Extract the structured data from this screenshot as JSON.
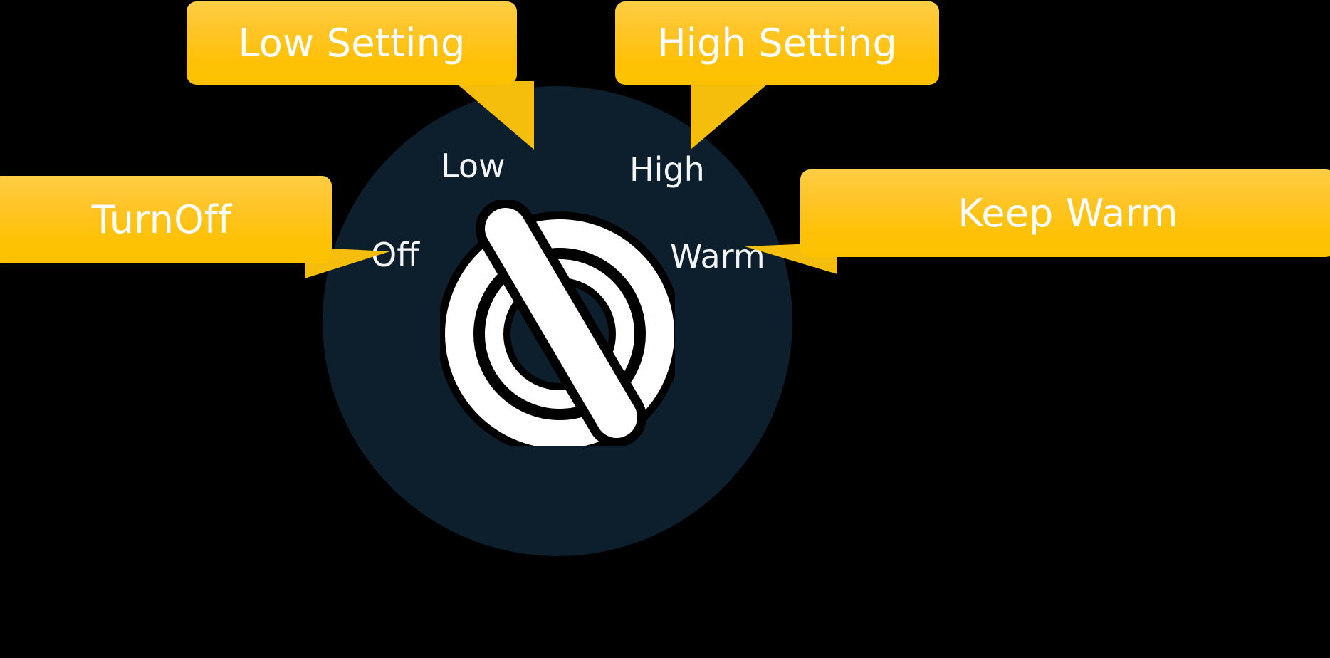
{
  "graphic": {
    "title": "Slow cooker control dial with setting callouts",
    "background_color": "#000000",
    "dial_color": "#0d1f2d",
    "callout_color": "#ffc107",
    "callout_color_light": "#ffce45",
    "label_color": "#f3f5f7",
    "knob_color": "#ffffff",
    "knob_outline_color": "#000000"
  },
  "dial": {
    "name": "control-dial",
    "labels": [
      {
        "id": "low",
        "text": "Low"
      },
      {
        "id": "high",
        "text": "High"
      },
      {
        "id": "off",
        "text": "Off"
      },
      {
        "id": "warm",
        "text": "Warm"
      }
    ]
  },
  "callouts": [
    {
      "id": "low-setting",
      "text": "Low Setting",
      "points_to": "Low"
    },
    {
      "id": "high-setting",
      "text": "High Setting",
      "points_to": "High"
    },
    {
      "id": "turnoff",
      "text": "TurnOff",
      "points_to": "Off"
    },
    {
      "id": "keep-warm",
      "text": "Keep Warm",
      "points_to": "Warm"
    }
  ]
}
